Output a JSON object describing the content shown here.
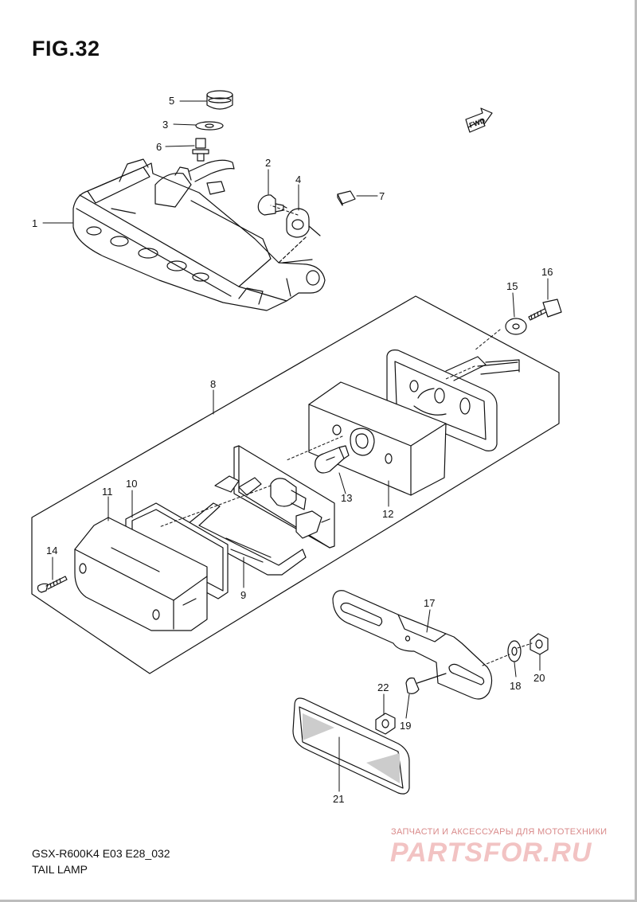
{
  "figure": {
    "title": "FIG.32",
    "code": "GSX-R600K4 E03 E28_032",
    "name": "TAIL LAMP",
    "fwd_label": "FWD"
  },
  "callouts": [
    "1",
    "2",
    "3",
    "4",
    "5",
    "6",
    "7",
    "8",
    "9",
    "10",
    "11",
    "12",
    "13",
    "14",
    "15",
    "16",
    "17",
    "18",
    "19",
    "20",
    "21",
    "22"
  ],
  "watermark": {
    "tagline": "ЗАПЧАСТИ И АКСЕССУАРЫ ДЛЯ МОТОТЕХНИКИ",
    "logo": "PARTSFOR.RU",
    "color": "#f2c3c3"
  },
  "colors": {
    "line": "#111111",
    "background": "#ffffff"
  }
}
